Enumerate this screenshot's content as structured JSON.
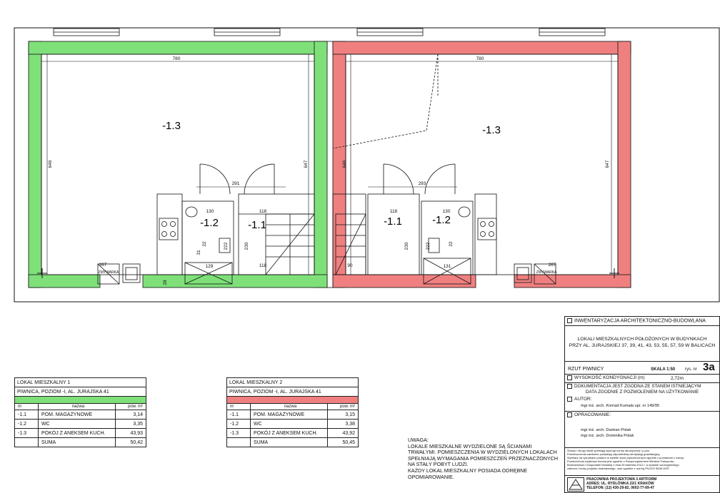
{
  "plan": {
    "rooms": [
      {
        "id": "left-main",
        "label": "-1.3"
      },
      {
        "id": "left-wc",
        "label": "-1.2"
      },
      {
        "id": "left-store",
        "label": "-1.1"
      },
      {
        "id": "right-main",
        "label": "-1.3"
      },
      {
        "id": "right-store",
        "label": "-1.1"
      },
      {
        "id": "right-wc",
        "label": "-1.2"
      }
    ],
    "dimensions": {
      "left_width": "780",
      "right_width": "780",
      "left_height_a": "646",
      "left_height_b": "647",
      "right_height_a": "646",
      "right_height_b": "647",
      "left_door_span": "291",
      "right_door_span": "293",
      "left_wc_width": "130",
      "left_store_width": "118",
      "left_store_width_b": "118",
      "right_store_width": "118",
      "right_wc_width": "130",
      "left_222": "222",
      "left_230": "230",
      "right_230": "230",
      "right_222": "222",
      "left_31": "31",
      "left_129": "129",
      "right_131": "131",
      "left_267": "267",
      "right_267": "267",
      "right_90": "90",
      "left_28": "28",
      "left_22": "22",
      "right_22": "22"
    },
    "labels": {
      "left_hatch": "ZMYWARKA",
      "right_hatch": "ZMYWARKA"
    },
    "colors": {
      "unit1": "#7fe07a",
      "unit2": "#f08080",
      "line": "#111111"
    }
  },
  "units": [
    {
      "title": "LOKAL MIESZKALNY 1",
      "subtitle": "PIWNICA, POZIOM -I, AL. JURAJSKA 41",
      "band_color": "#7fe07a",
      "col_nr": "nr",
      "col_name": "nazwa",
      "col_area": "pow. m²",
      "rows": [
        {
          "nr": "-1.1",
          "name": "POM. MAGAZYNOWE",
          "area": "3,14"
        },
        {
          "nr": "-1.2",
          "name": "WC",
          "area": "3,35"
        },
        {
          "nr": "-1.3",
          "name": "POKÓJ Z ANEKSEM KUCH.",
          "area": "43,93"
        }
      ],
      "sum_label": "SUMA",
      "sum_value": "50,42"
    },
    {
      "title": "LOKAL MIESZKALNY 2",
      "subtitle": "PIWNICA, POZIOM -I, AL. JURAJSKA 41",
      "band_color": "#f08080",
      "col_nr": "nr",
      "col_name": "nazwa",
      "col_area": "pow. m²",
      "rows": [
        {
          "nr": "-1.1",
          "name": "POM. MAGAZYNOWE",
          "area": "3,15"
        },
        {
          "nr": "-1.2",
          "name": "WC",
          "area": "3,38"
        },
        {
          "nr": "-1.3",
          "name": "POKÓJ Z ANEKSEM KUCH.",
          "area": "43,92"
        }
      ],
      "sum_label": "SUMA",
      "sum_value": "50,45"
    }
  ],
  "notes": {
    "lines": [
      "UWAGA:",
      "LOKALE MIESZKALNE WYDZIELONE SĄ ŚCIANAMI",
      "TRWAŁYMI. POMIESZCZENIA  W WYDZIELONYCH LOKALACH",
      "SPEŁNIAJĄ WYMAGANIA POMIESZCZEŃ PRZEZNACZONYCH",
      "NA STAŁY POBYT LUDZI.",
      "KAŻDY LOKAL MIESZKALNY POSIADA ODRĘBNE",
      "OPOMIAROWANIE."
    ]
  },
  "title_block": {
    "header": "INWENTARYZACJA ARCHITEKTONICZNO-BUDOWLANA",
    "project_line1": "LOKALI MIESZKALNYCH POŁOŻONYCH W BUDYNKACH",
    "project_line2": "PRZY AL. JURAJSKIEJ 37, 39, 41, 43, 53, 55, 57, 59 W BALICACH",
    "sheet_name": "RZUT PIWNICY",
    "scale": "SKALA 1:50",
    "drawing_no_label": "rys. nr",
    "drawing_no": "3a",
    "height_label": "WYSOKOŚĆ KONDYGNACJI (m)",
    "height_value": "2,72m",
    "doc_line1": "DOKUMENTACJA JEST ZGODNA ZE STANEM ISTNIEJĄCYM",
    "doc_line2": "DATA ZGODNIE Z POZWOLENIEM NA UŻYTKOWANIE",
    "author_label": "AUTOR:",
    "author_value": "mgr inż. arch.   Konrad Kumala upr. nr 149/95",
    "prep_label": "OPRACOWANIE:",
    "prep_1": "mgr inż. arch.   Damian Polak",
    "prep_2": "mgr inż. arch.   Dominika Polak",
    "small_lines": [
      "Ściany i stropy lokali spełniają wymogi normy akustycznej i p.poż.",
      "Pomieszczenia sanitarne posiadają odpowiednią wentylację grawitacyjną.",
      "Wymiary na rysunkach podano w świetle ścian wykończonych zgodnie z pomiarami z natury.",
      "Powierzchnia użytkowa liczona jest zgodnie z Rozporządzeniem Ministra Transportu,",
      "Budownictwa i Gospodarki Morskiej z dnia 25 kwietnia 2012 r. w sprawie szczegółowego",
      "zakresu i formy projektu budowlanego, oraz zgodnie z normą PN-ISO 9836:1997"
    ],
    "office_line1": "PRACOWNIA PROJEKTOWA 3 ARTFORM",
    "office_line2": "ADRES: UL. RYDLÓWKA 22/1 KRAKÓW",
    "office_line3": "TELEFON: (12) 430-29-82, 0602-77-69-47"
  }
}
